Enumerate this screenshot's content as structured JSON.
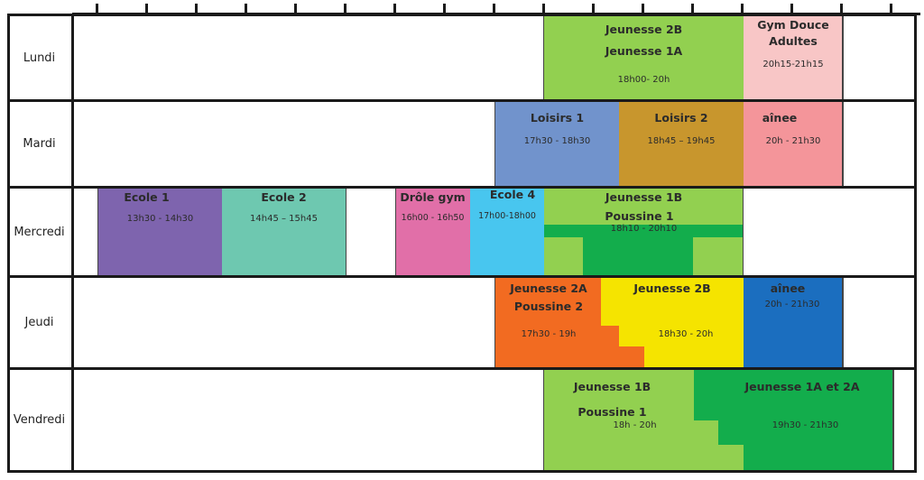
{
  "days": [
    "Lundi",
    "Mardi",
    "Mercredi",
    "Jeudi",
    "Vendredi"
  ],
  "events": {
    "lundi_jeunesse": {
      "title1": "Jeunesse 2B",
      "title2": "Jeunesse 1A",
      "time": "18h00- 20h",
      "color": "#92d050"
    },
    "lundi_gym": {
      "title1": "Gym Douce",
      "title2": "Adultes",
      "time": "20h15-21h15",
      "color": "#f8c6c6"
    },
    "mardi_loisirs1": {
      "title1": "Loisirs 1",
      "time": "17h30 - 18h30",
      "color": "#7193cc"
    },
    "mardi_loisirs2": {
      "title1": "Loisirs 2",
      "time": "18h45 – 19h45",
      "color": "#c8962d"
    },
    "mardi_ainee": {
      "title1": "aînee",
      "time": "20h - 21h30",
      "color": "#f4959a"
    },
    "mercredi_ecole1": {
      "title1": "Ecole 1",
      "time": "13h30 - 14h30",
      "color": "#7e64ae"
    },
    "mercredi_ecole2": {
      "title1": "Ecole 2",
      "time": "14h45 – 15h45",
      "color": "#6ec8b0"
    },
    "mercredi_drole": {
      "title1": "Drôle gym",
      "time": "16h00 - 16h50",
      "color": "#e16fa8"
    },
    "mercredi_ecole4": {
      "title1": "Ecole 4",
      "time": "17h00-18h00",
      "color": "#48c6ef"
    },
    "mercredi_jeunesse": {
      "title1": "Jeunesse 1B",
      "title2": "Poussine 1",
      "time": "18h10 - 20h10",
      "color": "#92d050",
      "accent": "#13ad4c"
    },
    "jeudi_jeunesse2a": {
      "title1": "Jeunesse 2A",
      "title2": "Poussine 2",
      "time": "17h30 - 19h",
      "color": "#f26b21"
    },
    "jeudi_jeunesse2b": {
      "title1": "Jeunesse 2B",
      "time": "18h30 - 20h",
      "color": "#f5e400"
    },
    "jeudi_ainee": {
      "title1": "aînee",
      "time": "20h - 21h30",
      "color": "#1b6ebf"
    },
    "vendredi_jeunesse1b": {
      "title1": "Jeunesse 1B",
      "title2": "Poussine 1",
      "time": "18h - 20h",
      "color": "#92d050"
    },
    "vendredi_jeunesse1a2a": {
      "title1": "Jeunesse 1A et 2A",
      "time": "19h30 - 21h30",
      "color": "#13ad4c"
    }
  }
}
